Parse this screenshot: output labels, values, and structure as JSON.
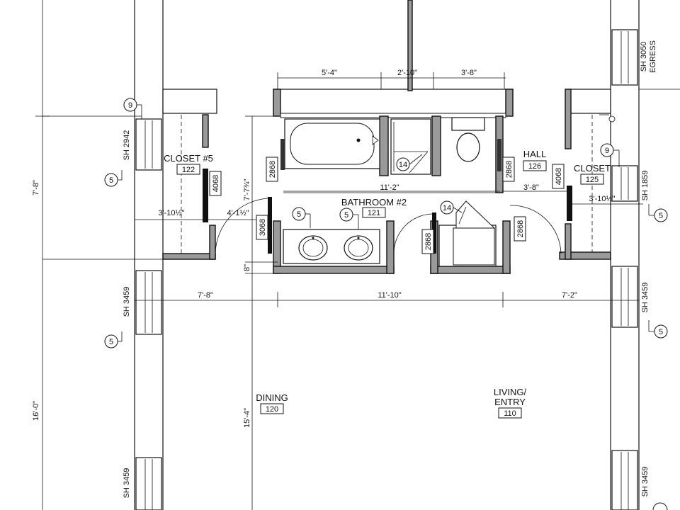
{
  "rooms": {
    "closet5": {
      "name": "CLOSET #5",
      "number": "122"
    },
    "bathroom2": {
      "name": "BATHROOM #2",
      "number": "121"
    },
    "hall": {
      "name": "HALL",
      "number": "126"
    },
    "closet": {
      "name": "CLOSET",
      "number": "125"
    },
    "dining": {
      "name": "DINING",
      "number": "120"
    },
    "living": {
      "name_line1": "LIVING/",
      "name_line2": "ENTRY",
      "number": "110"
    }
  },
  "dimensions": {
    "top_1": "5'-4\"",
    "top_2": "2'-10\"",
    "top_3": "3'-8\"",
    "left_upper": "7'-8\"",
    "left_lower": "16'-0\"",
    "bath_height": "7'-7¾\"",
    "bath_width_inner": "11'-2\"",
    "hall_width": "3'-8\"",
    "closet5_width": "3'-10½\"",
    "closet5_depth": "4'-1½\"",
    "closet125_width": "3'-10½\"",
    "offset_small": "8\"",
    "lower_left": "7'-8\"",
    "lower_mid": "11'-10\"",
    "lower_right": "7'-2\"",
    "dining_height": "15'-4\""
  },
  "windows": {
    "sh2942": "SH 2942",
    "sh3459_left_mid": "SH 3459",
    "sh3459_left_low": "SH 3459",
    "sh3050_line1": "SH 3050",
    "sh3050_line2": "EGRESS",
    "sh1859": "SH 1859",
    "sh3459_right_mid": "SH 3459",
    "sh3459_right_low": "SH 3459"
  },
  "doors": {
    "d2868_bath_left": "2868",
    "d4068_closet5": "4068",
    "d3068_bath": "3068",
    "d2868_bath_right": "2868",
    "d4068_closet125": "4068",
    "d2868_shower": "2868",
    "d2868_hall": "2868"
  },
  "keynotes": {
    "k9_left": "9",
    "k5_left_upper": "5",
    "k14_bath": "14",
    "k9_right": "9",
    "k5_bath_a": "5",
    "k5_bath_b": "5",
    "k14_shower": "14",
    "k5_right_upper": "5",
    "k5_left_mid": "5",
    "k5_right_mid": "5"
  }
}
